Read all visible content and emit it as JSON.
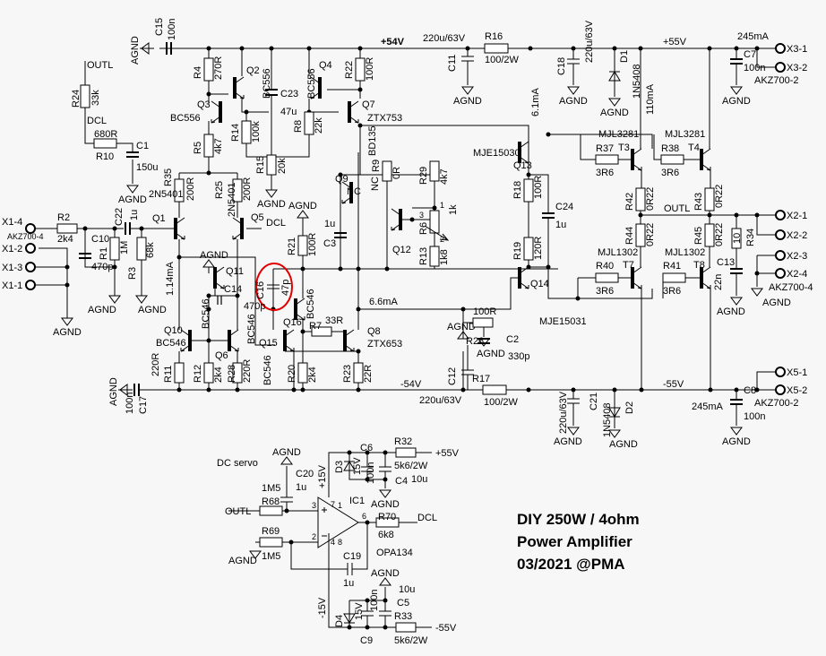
{
  "title": {
    "line1": "DIY 250W / 4ohm",
    "line2": "Power Amplifier",
    "line3": "03/2021 @PMA"
  },
  "rails": {
    "pos54": "+54V",
    "neg54": "-54V",
    "pos55": "+55V",
    "neg55": "-55V",
    "pos15": "+15V",
    "neg15": "-15V"
  },
  "currents": {
    "vas_top": "6.1mA",
    "output_top": "110mA",
    "ltp": "1.14mA",
    "vas": "6.6mA",
    "rail_pos": "245mA",
    "rail_neg": "245mA"
  },
  "nets": {
    "outl": "OUTL",
    "dcl": "DCL",
    "agnd": "AGND",
    "dc_servo": "DC servo",
    "nc": "NC"
  },
  "resistors": [
    {
      "ref": "R2",
      "value": "2k4"
    },
    {
      "ref": "R1",
      "value": "1M"
    },
    {
      "ref": "R3",
      "value": "68k"
    },
    {
      "ref": "R4",
      "value": "270R"
    },
    {
      "ref": "R5",
      "value": "4k7"
    },
    {
      "ref": "R14",
      "value": "100k"
    },
    {
      "ref": "R15",
      "value": "20k"
    },
    {
      "ref": "R8",
      "value": "22k"
    },
    {
      "ref": "R22",
      "value": "100R"
    },
    {
      "ref": "R35",
      "value": "200R"
    },
    {
      "ref": "R25",
      "value": "200R"
    },
    {
      "ref": "R24",
      "value": "33k"
    },
    {
      "ref": "R10",
      "value": "680R"
    },
    {
      "ref": "R9",
      "value": "0R"
    },
    {
      "ref": "R29",
      "value": "4k7"
    },
    {
      "ref": "R6",
      "value": "1k"
    },
    {
      "ref": "R13",
      "value": "1k8"
    },
    {
      "ref": "R21",
      "value": "100R"
    },
    {
      "ref": "R7",
      "value": "33R"
    },
    {
      "ref": "R11",
      "value": "220R"
    },
    {
      "ref": "R12",
      "value": "2k4"
    },
    {
      "ref": "R28",
      "value": "220R"
    },
    {
      "ref": "R20",
      "value": "2k4"
    },
    {
      "ref": "R23",
      "value": "22R"
    },
    {
      "ref": "R16",
      "value": "100/2W"
    },
    {
      "ref": "R17",
      "value": "100/2W"
    },
    {
      "ref": "R26",
      "value": "100R"
    },
    {
      "ref": "R18",
      "value": "100R"
    },
    {
      "ref": "R19",
      "value": "120R"
    },
    {
      "ref": "R37",
      "value": "3R6"
    },
    {
      "ref": "R38",
      "value": "3R6"
    },
    {
      "ref": "R40",
      "value": "3R6"
    },
    {
      "ref": "R41",
      "value": "3R6"
    },
    {
      "ref": "R42",
      "value": "0R22"
    },
    {
      "ref": "R43",
      "value": "0R22"
    },
    {
      "ref": "R44",
      "value": "0R22"
    },
    {
      "ref": "R45",
      "value": "0R22"
    },
    {
      "ref": "R34",
      "value": "10"
    },
    {
      "ref": "R68",
      "value": "1M5"
    },
    {
      "ref": "R69",
      "value": "1M5"
    },
    {
      "ref": "R70",
      "value": "6k8"
    },
    {
      "ref": "R32",
      "value": "5k6/2W"
    },
    {
      "ref": "R33",
      "value": "5k6/2W"
    }
  ],
  "capacitors": [
    {
      "ref": "C15",
      "value": "100n"
    },
    {
      "ref": "C17",
      "value": "100n"
    },
    {
      "ref": "C1",
      "value": "150u"
    },
    {
      "ref": "C22",
      "value": "1u"
    },
    {
      "ref": "C10",
      "value": "470p"
    },
    {
      "ref": "C23",
      "value": "47u"
    },
    {
      "ref": "C3",
      "value": "1u"
    },
    {
      "ref": "C14",
      "value": "470p"
    },
    {
      "ref": "C16",
      "value": "47p"
    },
    {
      "ref": "C11",
      "value": "220u/63V"
    },
    {
      "ref": "C12",
      "value": "220u/63V"
    },
    {
      "ref": "C2",
      "value": "330p"
    },
    {
      "ref": "C24",
      "value": "1u"
    },
    {
      "ref": "C18",
      "value": "220u/63V"
    },
    {
      "ref": "C21",
      "value": "220u/63V"
    },
    {
      "ref": "C7",
      "value": "100n"
    },
    {
      "ref": "C8",
      "value": "100n"
    },
    {
      "ref": "C13",
      "value": "22n"
    },
    {
      "ref": "C20",
      "value": "1u"
    },
    {
      "ref": "C19",
      "value": "1u"
    },
    {
      "ref": "C6",
      "value": "100n"
    },
    {
      "ref": "C4",
      "value": "10u"
    },
    {
      "ref": "C5",
      "value": "10u"
    },
    {
      "ref": "C9",
      "value": "100n"
    }
  ],
  "transistors": [
    {
      "ref": "Q1",
      "part": "2N5401"
    },
    {
      "ref": "Q5",
      "part": "2N5401"
    },
    {
      "ref": "Q2",
      "part": "BC556"
    },
    {
      "ref": "Q3",
      "part": "BC556"
    },
    {
      "ref": "Q4",
      "part": "BC556"
    },
    {
      "ref": "Q7",
      "part": "ZTX753"
    },
    {
      "ref": "Q8",
      "part": "ZTX653"
    },
    {
      "ref": "Q9",
      "part": "NC"
    },
    {
      "ref": "Q12",
      "part": "BD135"
    },
    {
      "ref": "Q10",
      "part": "BC546"
    },
    {
      "ref": "Q6",
      "part": "BC546"
    },
    {
      "ref": "Q11",
      "part": "BC546"
    },
    {
      "ref": "Q15",
      "part": "BC546"
    },
    {
      "ref": "Q16",
      "part": "BC546"
    },
    {
      "ref": "Q13",
      "part": "MJE15030"
    },
    {
      "ref": "Q14",
      "part": "MJE15031"
    },
    {
      "ref": "T3",
      "part": "MJL3281"
    },
    {
      "ref": "T4",
      "part": "MJL3281"
    },
    {
      "ref": "T7",
      "part": "MJL1302"
    },
    {
      "ref": "T8",
      "part": "MJL1302"
    }
  ],
  "diodes": [
    {
      "ref": "D1",
      "part": "1N5408"
    },
    {
      "ref": "D2",
      "part": "1N5408"
    },
    {
      "ref": "D3",
      "part": "15V"
    },
    {
      "ref": "D4",
      "part": "15V"
    }
  ],
  "opamp": {
    "ref": "IC1",
    "part": "OPA134",
    "pin_plus": "3",
    "pin_minus": "2",
    "pin_out": "6",
    "pin_v_pos": "7",
    "pin_v_neg": "4",
    "pin_1": "1",
    "pin_8": "8"
  },
  "pot_pins": {
    "p1": "1",
    "p2": "2",
    "p3": "3"
  },
  "connectors": {
    "x1": {
      "pins": [
        "X1-4",
        "X1-2",
        "X1-3",
        "X1-1"
      ],
      "part": "AKZ700-4"
    },
    "x2": {
      "pins": [
        "X2-1",
        "X2-2",
        "X2-3",
        "X2-4"
      ],
      "part": "AKZ700-4"
    },
    "x3": {
      "pins": [
        "X3-1",
        "X3-2"
      ],
      "part": "AKZ700-2"
    },
    "x5": {
      "pins": [
        "X5-1",
        "X5-2"
      ],
      "part": "AKZ700-2"
    }
  },
  "colors": {
    "wire": "#000000",
    "highlight": "#e00000",
    "background": "#f7f7f7"
  }
}
